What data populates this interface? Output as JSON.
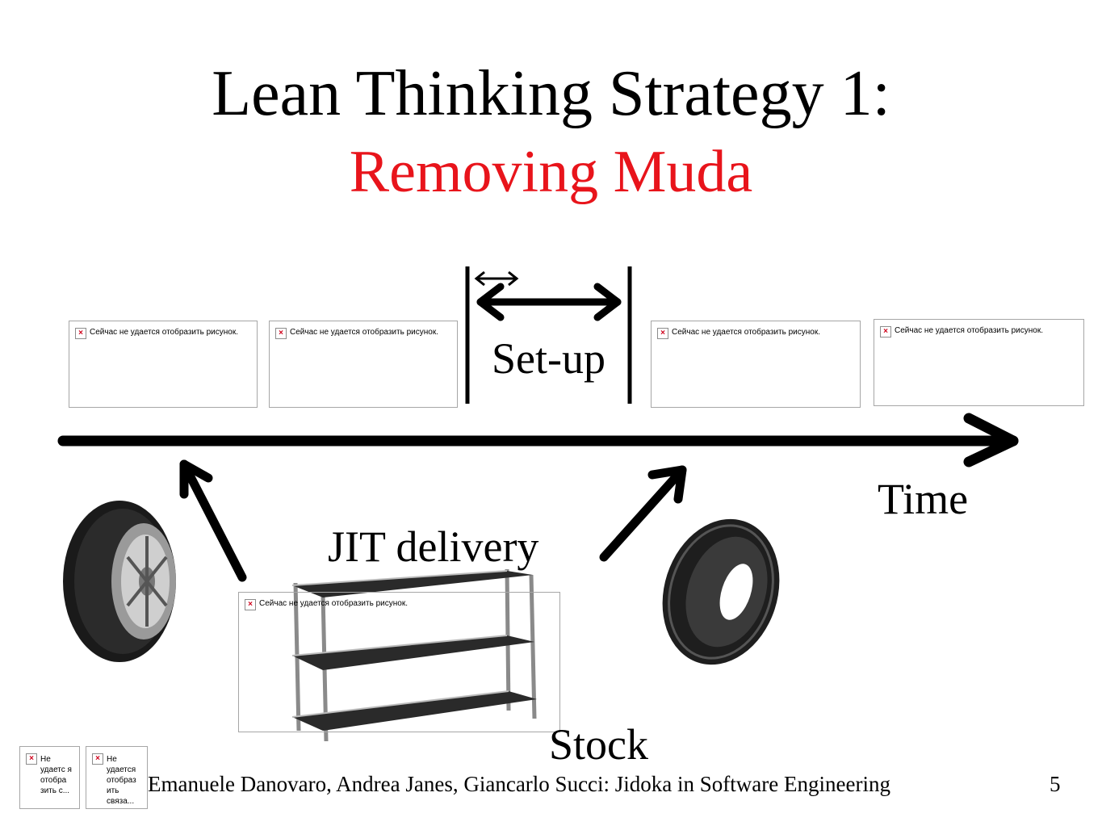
{
  "slide": {
    "title_line1": "Lean Thinking Strategy 1:",
    "title_line2": "Removing Muda",
    "title_line2_color": "#e8141b",
    "labels": {
      "setup": "Set-up",
      "time": "Time",
      "jit": "JIT delivery",
      "stock": "Stock"
    },
    "broken_image_text": "Сейчас не удается отобразить рисунок.",
    "broken_small_1": "Не удаетс я отобра зить с...",
    "broken_small_2": "Не удается отобраз ить связа...",
    "footer": "Emanuele Danovaro, Andrea Janes, Giancarlo Succi: Jidoka in Software Engineering",
    "page_number": "5",
    "icons": [
      "broken-image-icon",
      "tire-icon",
      "shelf-icon",
      "arrow-icon"
    ]
  }
}
